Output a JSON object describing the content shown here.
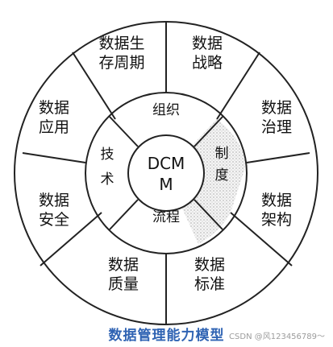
{
  "center": {
    "line1": "DCM",
    "line2": "M"
  },
  "inner_ring": {
    "top": "组织",
    "left_line1": "技",
    "left_line2": "术",
    "right_line1": "制",
    "right_line2": "度",
    "bottom": "流程"
  },
  "outer_ring": {
    "top_left_line1": "数据生",
    "top_left_line2": "存周期",
    "top_right_line1": "数据",
    "top_right_line2": "战略",
    "right_top_line1": "数据",
    "right_top_line2": "治理",
    "right_bottom_line1": "数据",
    "right_bottom_line2": "架构",
    "bottom_right_line1": "数据",
    "bottom_right_line2": "标准",
    "bottom_left_line1": "数据",
    "bottom_left_line2": "质量",
    "left_bottom_line1": "数据",
    "left_bottom_line2": "安全",
    "left_top_line1": "数据",
    "left_top_line2": "应用"
  },
  "caption": "数据管理能力模型",
  "watermark": "CSDN @风123456789～",
  "colors": {
    "caption": "#2f63b3",
    "line": "#222222",
    "institution_shade": "#d8d8d8"
  }
}
